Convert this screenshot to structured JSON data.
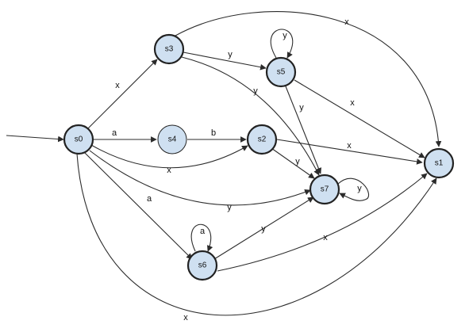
{
  "diagram": {
    "nodes": {
      "s0": "s0",
      "s1": "s1",
      "s2": "s2",
      "s3": "s3",
      "s4": "s4",
      "s5": "s5",
      "s6": "s6",
      "s7": "s7"
    },
    "edges": {
      "s0_s3": "x",
      "s0_s4": "a",
      "s4_s2": "b",
      "s0_s2": "x",
      "s0_s7": "y",
      "s0_s6": "a",
      "s0_s1": "x",
      "s3_s5": "y",
      "s3_s7": "y",
      "s3_s1": "x",
      "s5_s5": "y",
      "s5_s7": "y",
      "s5_s1": "x",
      "s2_s7": "y",
      "s2_s1": "x",
      "s7_s7": "y",
      "s6_s6": "a",
      "s6_s7": "y",
      "s6_s1": "x"
    }
  }
}
